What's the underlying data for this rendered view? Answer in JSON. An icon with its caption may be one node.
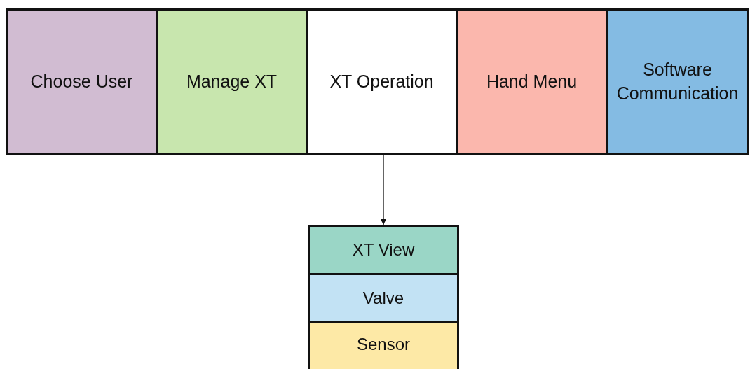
{
  "diagram": {
    "nodes": [
      {
        "text": [
          "Choose User"
        ]
      },
      {
        "text": [
          "Manage XT"
        ]
      },
      {
        "text": [
          "XT Operation"
        ]
      },
      {
        "text": [
          "Hand Menu"
        ]
      },
      {
        "text": [
          "Software Communication"
        ]
      },
      {
        "text": [
          "XT View"
        ]
      },
      {
        "text": [
          "Valve"
        ]
      },
      {
        "text": [
          "Sensor"
        ]
      }
    ],
    "edges": [
      {
        "from": 2,
        "to": 5,
        "arrow": "to"
      }
    ]
  }
}
